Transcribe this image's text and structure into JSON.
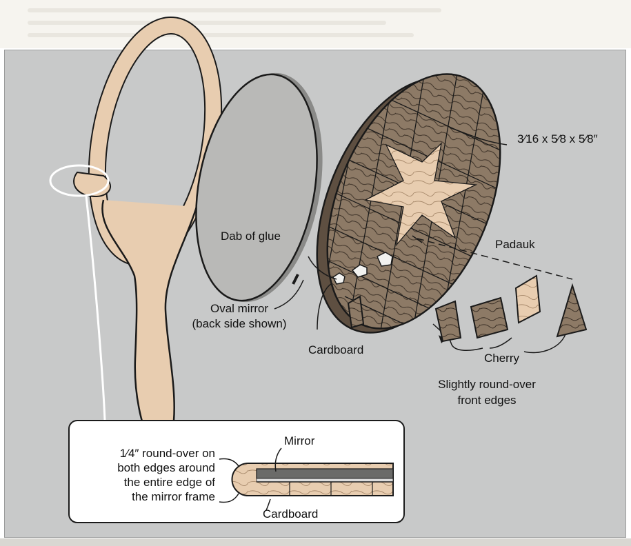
{
  "labels": {
    "dimension": "3⁄16 x 5⁄8 x 5⁄8″",
    "dab_of_glue": "Dab of glue",
    "padauk": "Padauk",
    "oval_mirror": "Oval mirror",
    "back_side_shown": "(back side shown)",
    "cardboard": "Cardboard",
    "cherry": "Cherry",
    "round_over_line1": "Slightly round-over",
    "round_over_line2": "front edges"
  },
  "inset": {
    "mirror": "Mirror",
    "cardboard": "Cardboard",
    "roundover_line1": "1⁄4″ round-over on",
    "roundover_line2": "both edges around",
    "roundover_line3": "the entire edge of",
    "roundover_line4": "the mirror frame"
  },
  "colors": {
    "wood_light": "#e8cdb0",
    "wood_dark": "#8d7a66",
    "mirror_gray": "#b9b9b7",
    "panel": "#c8c9c9",
    "ink": "#111111"
  }
}
